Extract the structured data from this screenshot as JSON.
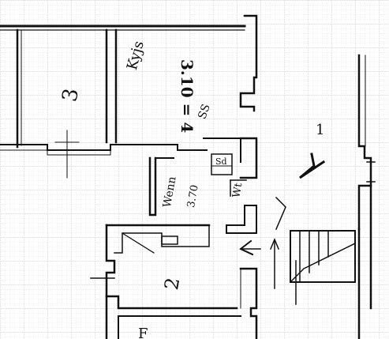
{
  "drawing": {
    "kind": "floor-plan-sketch",
    "ink_color": "#111111",
    "grid_color": "#c9c9c9",
    "paper_color": "#ffffff"
  },
  "annotations": {
    "room3_number": "3",
    "room3_note": "Kyjs",
    "room3_dimension": "3.10 = 4",
    "room3_side_note": "SS",
    "small_room_label": "Wenn",
    "small_room_dim": "3.70",
    "fixture_top_label": "Sd",
    "fixture_label": "Wt",
    "room1_number": "1",
    "room2_number": "2",
    "bottom_label": "F"
  }
}
